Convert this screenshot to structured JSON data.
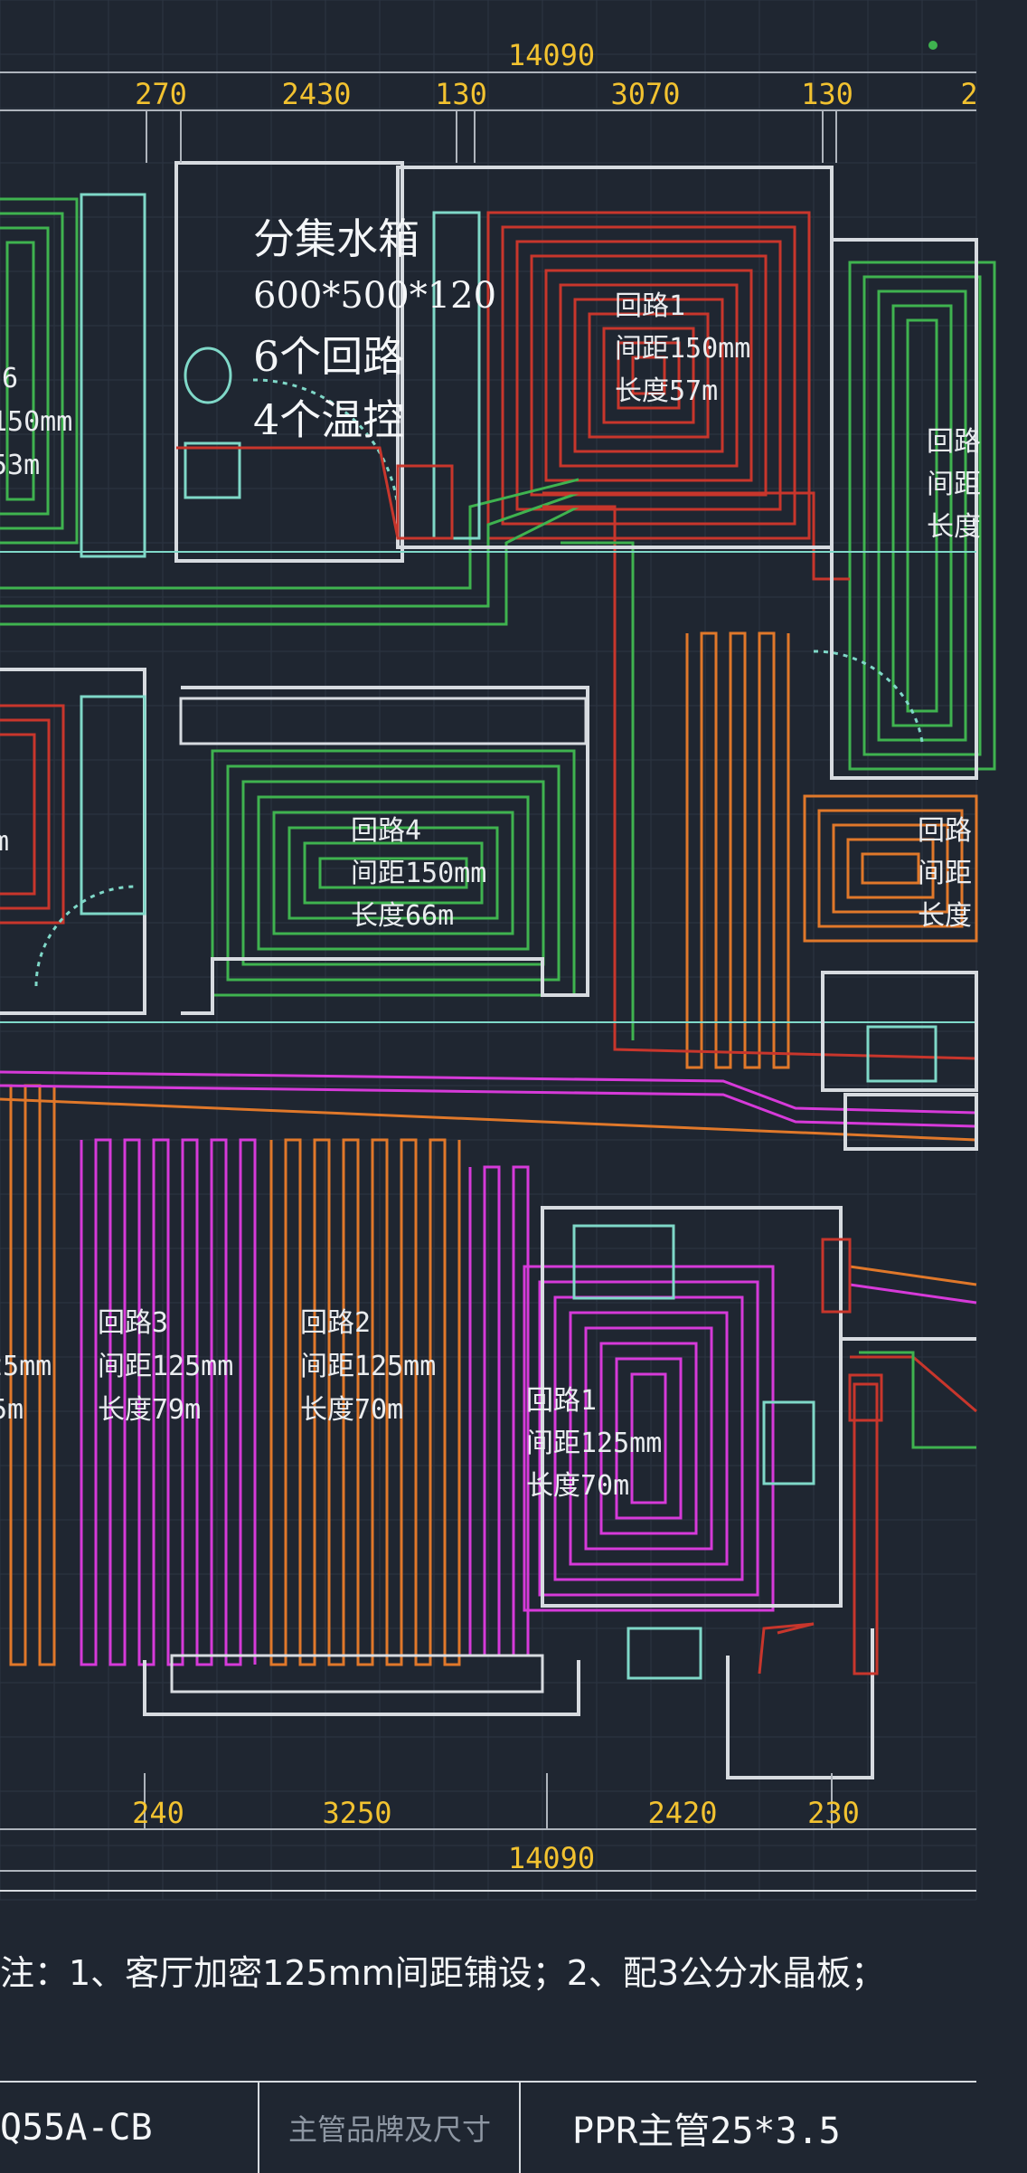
{
  "dimensions_top": {
    "total": "14090",
    "segments": [
      "270",
      "2430",
      "130",
      "3070",
      "130",
      "2"
    ]
  },
  "dimensions_bottom": {
    "total": "14090",
    "segments": [
      "240",
      "3250",
      "2420",
      "230"
    ]
  },
  "manifold_note": {
    "line1": "分集水箱",
    "line2": "600*500*120",
    "line3": "6个回路",
    "line4": "4个温控"
  },
  "loops": [
    {
      "name": "回路1",
      "spacing": "间距150mm",
      "length": "长度57m"
    },
    {
      "name": "回路4",
      "spacing": "间距150mm",
      "length": "长度66m"
    },
    {
      "name": "回路3",
      "spacing": "间距125mm",
      "length": "长度79m"
    },
    {
      "name": "回路2",
      "spacing": "间距125mm",
      "length": "长度70m"
    },
    {
      "name": "回路1",
      "spacing": "间距125mm",
      "length": "长度70m"
    }
  ],
  "partial_labels": {
    "left_upper": {
      "line1": "6",
      "line2": "150mm",
      "line3": "53m"
    },
    "right_upper": {
      "line1": "回路",
      "line2": "间距",
      "line3": "长度"
    },
    "right_middle": {
      "line1": "回路",
      "line2": "间距",
      "line3": "长度"
    },
    "left_lower": {
      "line2": "25mm",
      "line3": "5m"
    },
    "left_middle": {
      "line1": "m"
    }
  },
  "footer_note": "注：1、客厅加密125mm间距铺设；2、配3公分水晶板；",
  "table": {
    "model": "Q55A-CB",
    "header": "主管品牌及尺寸",
    "value": "PPR主管25*3.5"
  },
  "colors": {
    "background": "#1f2631",
    "red_loop": "#c8362c",
    "green_loop": "#3fb34f",
    "orange_loop": "#e0782a",
    "magenta_loop": "#d63ad9",
    "wall": "#d7dbe0",
    "cyan": "#7fd8c8",
    "dimension": "#f2c230"
  }
}
